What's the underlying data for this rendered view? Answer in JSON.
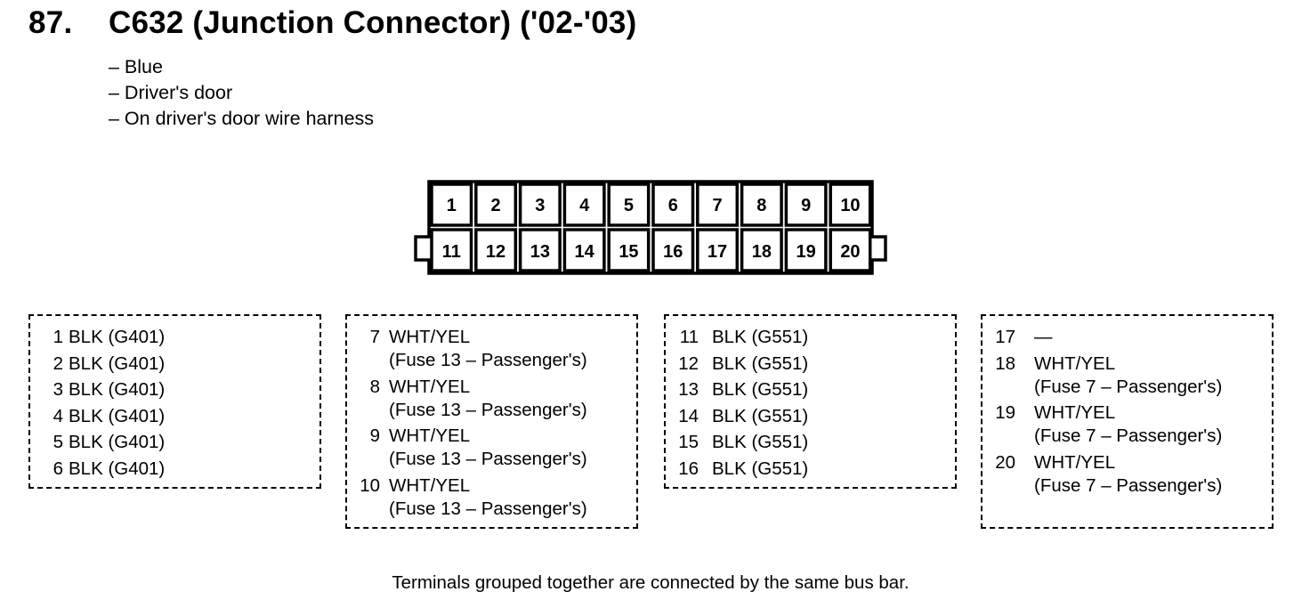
{
  "header": {
    "number": "87.",
    "title": "C632 (Junction Connector) ('02-'03)"
  },
  "description": [
    "– Blue",
    "– Driver's door",
    "– On driver's door wire harness"
  ],
  "connector": {
    "top_row": [
      "1",
      "2",
      "3",
      "4",
      "5",
      "6",
      "7",
      "8",
      "9",
      "10"
    ],
    "bottom_row": [
      "11",
      "12",
      "13",
      "14",
      "15",
      "16",
      "17",
      "18",
      "19",
      "20"
    ]
  },
  "pin_groups": [
    {
      "pins": [
        {
          "num": "1",
          "wire": "BLK (G401)"
        },
        {
          "num": "2",
          "wire": "BLK (G401)"
        },
        {
          "num": "3",
          "wire": "BLK (G401)"
        },
        {
          "num": "4",
          "wire": "BLK (G401)"
        },
        {
          "num": "5",
          "wire": "BLK (G401)"
        },
        {
          "num": "6",
          "wire": "BLK (G401)"
        }
      ]
    },
    {
      "pins": [
        {
          "num": "7",
          "wire": "WHT/YEL",
          "sub": "(Fuse 13 – Passenger's)"
        },
        {
          "num": "8",
          "wire": "WHT/YEL",
          "sub": "(Fuse 13 – Passenger's)"
        },
        {
          "num": "9",
          "wire": "WHT/YEL",
          "sub": "(Fuse 13 – Passenger's)"
        },
        {
          "num": "10",
          "wire": "WHT/YEL",
          "sub": "(Fuse 13 – Passenger's)"
        }
      ]
    },
    {
      "pins": [
        {
          "num": "11",
          "wire": "BLK (G551)"
        },
        {
          "num": "12",
          "wire": "BLK (G551)"
        },
        {
          "num": "13",
          "wire": "BLK (G551)"
        },
        {
          "num": "14",
          "wire": "BLK (G551)"
        },
        {
          "num": "15",
          "wire": "BLK (G551)"
        },
        {
          "num": "16",
          "wire": "BLK (G551)"
        }
      ]
    },
    {
      "pins": [
        {
          "num": "17",
          "wire": "—"
        },
        {
          "num": "18",
          "wire": "WHT/YEL",
          "sub": "(Fuse 7 – Passenger's)"
        },
        {
          "num": "19",
          "wire": "WHT/YEL",
          "sub": "(Fuse 7 – Passenger's)"
        },
        {
          "num": "20",
          "wire": "WHT/YEL",
          "sub": "(Fuse 7 – Passenger's)"
        }
      ]
    }
  ],
  "footnote": "Terminals grouped together are connected by the same bus bar."
}
